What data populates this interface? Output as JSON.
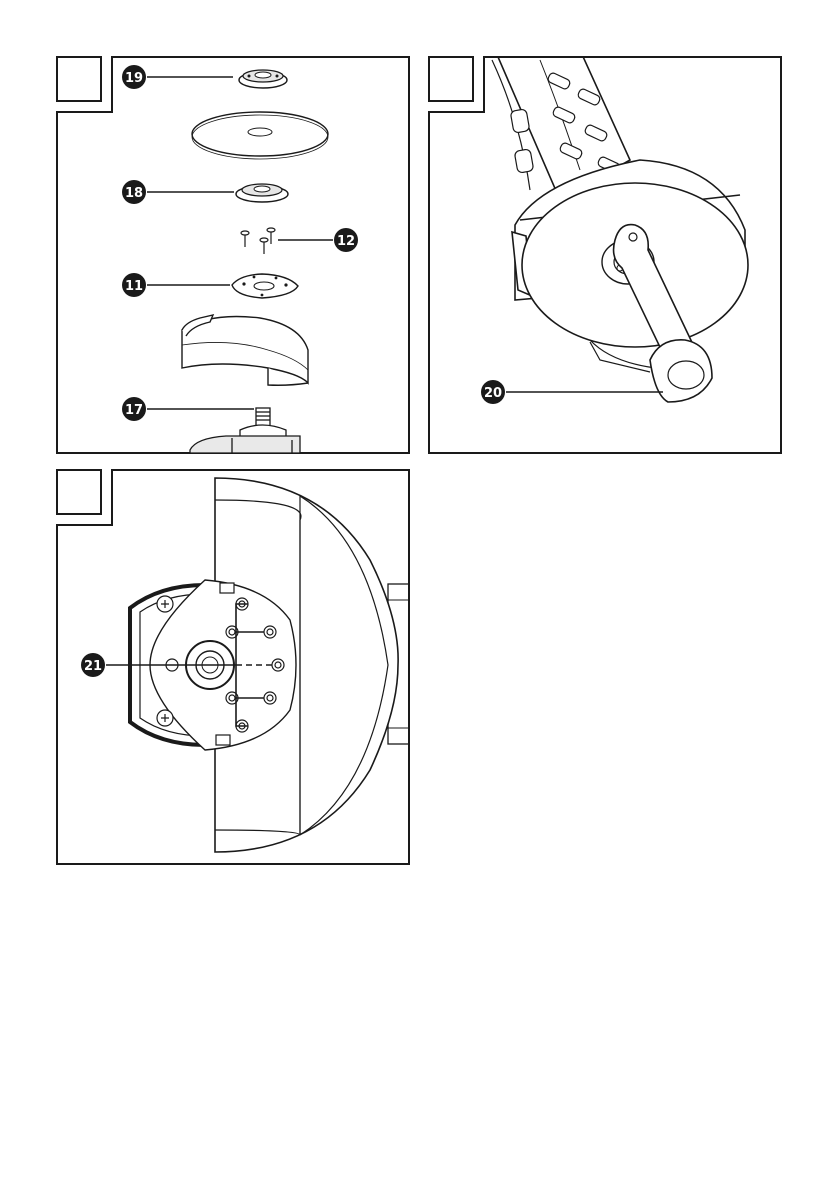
{
  "panels": [
    {
      "id": "panel-1",
      "callouts": [
        {
          "number": "19",
          "part": "clamping-nut"
        },
        {
          "number": "18",
          "part": "support-flange"
        },
        {
          "number": "12",
          "part": "guard-screws"
        },
        {
          "number": "11",
          "part": "guard-mounting-plate"
        },
        {
          "number": "17",
          "part": "spindle"
        }
      ]
    },
    {
      "id": "panel-2",
      "callouts": [
        {
          "number": "20",
          "part": "two-pin-spanner"
        }
      ]
    },
    {
      "id": "panel-3",
      "callouts": [
        {
          "number": "21",
          "part": "guard-position-holes"
        }
      ]
    }
  ],
  "colors": {
    "line": "#1a1a1a",
    "fill": "#ffffff",
    "grey": "#d8d8d8",
    "dark": "#333333"
  }
}
